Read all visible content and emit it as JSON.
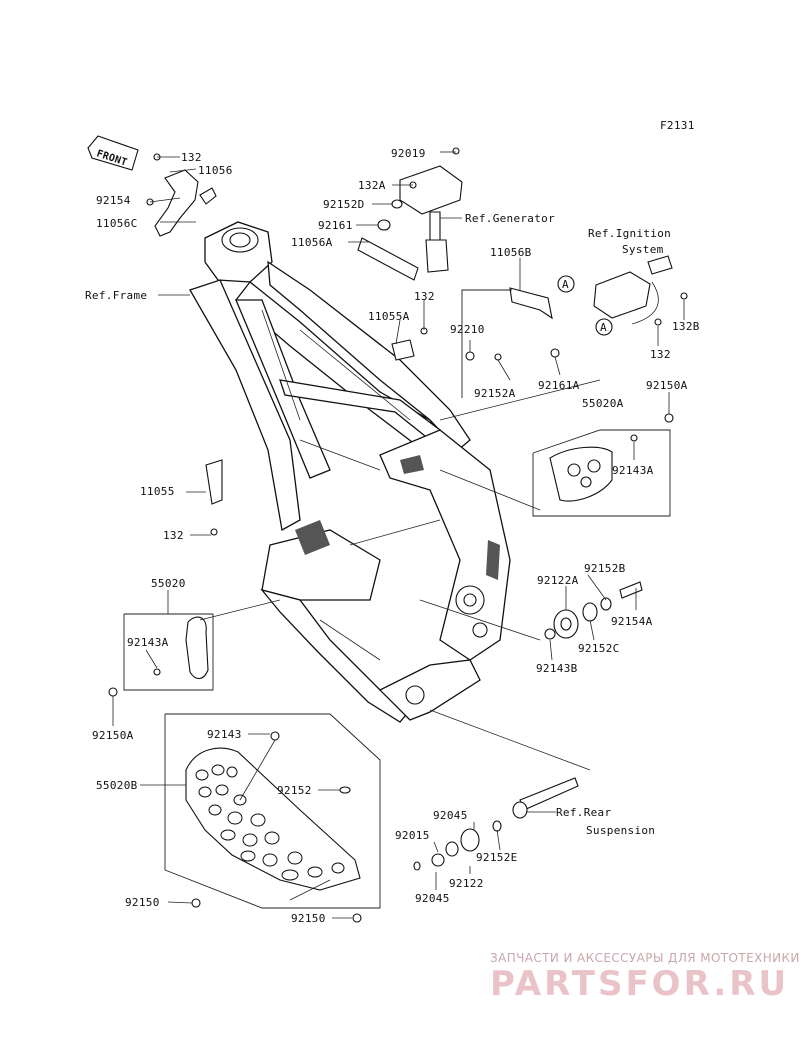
{
  "diagram": {
    "code": "F2131",
    "front_label": "FRONT",
    "circle_marker": "A",
    "parts": [
      "132",
      "11056",
      "92154",
      "11056C",
      "92019",
      "132A",
      "92152D",
      "92161",
      "11056A",
      "11056B",
      "132",
      "11055A",
      "92210",
      "92152A",
      "92161A",
      "132B",
      "132",
      "92150A",
      "55020A",
      "92143A",
      "11055",
      "132",
      "92152B",
      "92122A",
      "92154A",
      "92152C",
      "92143B",
      "55020",
      "92143A",
      "92150A",
      "92143",
      "55020B",
      "92152",
      "92045",
      "92015",
      "92152E",
      "92122",
      "92045",
      "92150",
      "92150"
    ],
    "refs": {
      "frame": "Ref.Frame",
      "generator": "Ref.Generator",
      "ignition_1": "Ref.Ignition",
      "ignition_2": "System",
      "rear_1": "Ref.Rear",
      "rear_2": "Suspension"
    }
  },
  "watermark": {
    "tagline": "ЗАПЧАСТИ И АКСЕССУАРЫ ДЛЯ МОТОТЕХНИКИ",
    "brand": "PARTSFOR.RU"
  }
}
